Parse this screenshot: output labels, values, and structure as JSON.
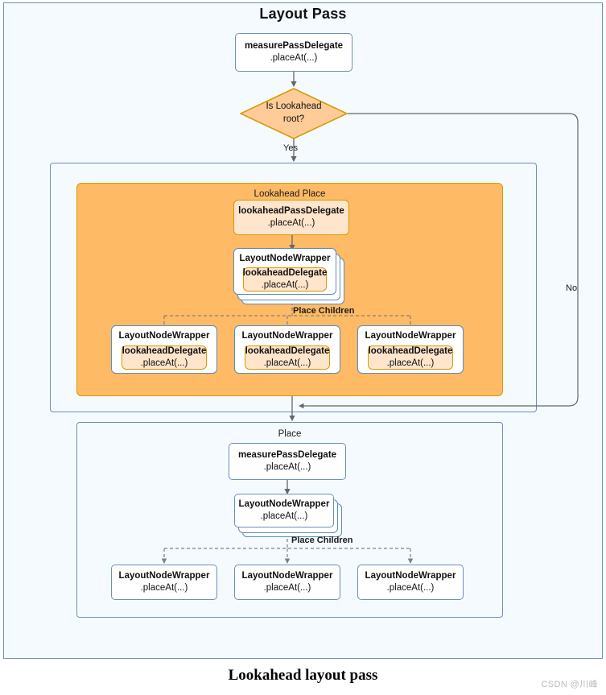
{
  "figure": {
    "title": "Layout Pass",
    "caption": "Lookahead layout pass",
    "watermark": "CSDN @川峰"
  },
  "colors": {
    "frame_border": "#6c8ebf",
    "frame_fill": "#f5faff",
    "node_blue_border": "#6c8ebf",
    "node_blue_fill": "#ffffff",
    "node_orange_border": "#d79b00",
    "node_orange_fill": "#ffe5cc",
    "lookahead_band_fill": "#ffba66",
    "edge_stroke": "#666666",
    "dashed_stroke": "#808080"
  },
  "nodes": {
    "measure_pass_delegate_top": {
      "line1": "measurePassDelegate",
      "line2": ".placeAt(...)"
    },
    "decision": {
      "line1": "Is Lookahead",
      "line2": "root?"
    },
    "lookahead_section": {
      "label": "Lookahead Place",
      "delegate": {
        "line1": "lookaheadPassDelegate",
        "line2": ".placeAt(...)"
      },
      "wrapper_root": {
        "title": "LayoutNodeWrapper",
        "inner_line1": "lookaheadDelegate",
        "inner_line2": ".placeAt(...)"
      },
      "place_children_label": "Place Children",
      "children": [
        {
          "title": "LayoutNodeWrapper",
          "inner_line1": "lookaheadDelegate",
          "inner_line2": ".placeAt(...)"
        },
        {
          "title": "LayoutNodeWrapper",
          "inner_line1": "lookaheadDelegate",
          "inner_line2": ".placeAt(...)"
        },
        {
          "title": "LayoutNodeWrapper",
          "inner_line1": "lookaheadDelegate",
          "inner_line2": ".placeAt(...)"
        }
      ]
    },
    "place_section": {
      "label": "Place",
      "delegate": {
        "line1": "measurePassDelegate",
        "line2": ".placeAt(...)"
      },
      "wrapper_root": {
        "line1": "LayoutNodeWrapper",
        "line2": ".placeAt(...)"
      },
      "place_children_label": "Place Children",
      "children": [
        {
          "line1": "LayoutNodeWrapper",
          "line2": ".placeAt(...)"
        },
        {
          "line1": "LayoutNodeWrapper",
          "line2": ".placeAt(...)"
        },
        {
          "line1": "LayoutNodeWrapper",
          "line2": ".placeAt(...)"
        }
      ]
    }
  },
  "edge_labels": {
    "yes": "Yes",
    "no": "No"
  }
}
